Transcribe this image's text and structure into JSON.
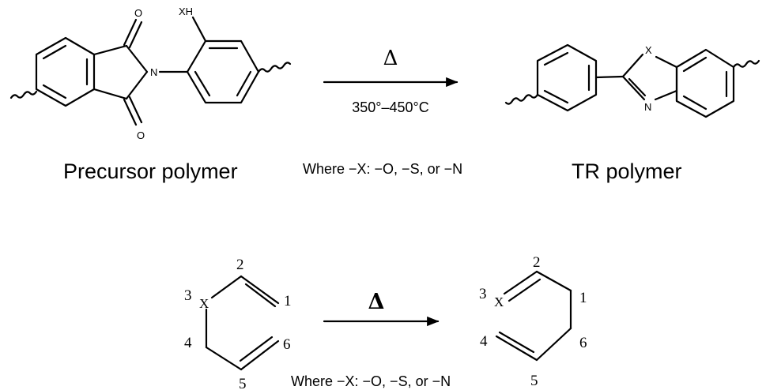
{
  "top_reaction": {
    "reactant_label": "Precursor polymer",
    "product_label": "TR polymer",
    "arrow_symbol": "Δ",
    "condition": "350°–450°C",
    "where_note": "Where −X: −O, −S, or −N",
    "atoms": {
      "oxygen": "O",
      "nitrogen": "N",
      "xh": "XH",
      "x": "X"
    }
  },
  "bottom_reaction": {
    "arrow_symbol": "Δ",
    "where_note": "Where −X: −O, −S, or −N",
    "atom_x": "X",
    "reactant_numbers": [
      "1",
      "2",
      "3",
      "4",
      "5",
      "6"
    ],
    "product_numbers": [
      "1",
      "2",
      "3",
      "4",
      "5",
      "6"
    ]
  }
}
